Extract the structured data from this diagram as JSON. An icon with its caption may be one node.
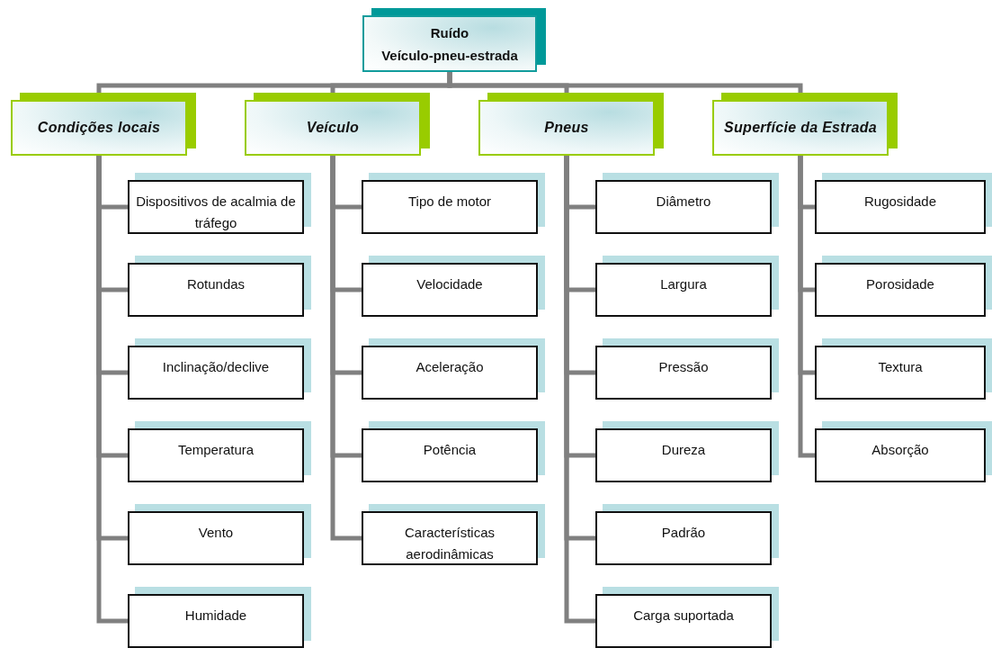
{
  "diagram": {
    "nodes": [
      {
        "text": [
          "Ruído",
          "Veículo-pneu-estrada"
        ]
      },
      {
        "text": [
          "Condições locais"
        ]
      },
      {
        "text": [
          "Veículo"
        ]
      },
      {
        "text": [
          "Pneus"
        ]
      },
      {
        "text": [
          "Superfície da Estrada"
        ]
      },
      {
        "text": [
          "Dispositivos de acalmia de tráfego"
        ]
      },
      {
        "text": [
          "Rotundas"
        ]
      },
      {
        "text": [
          "Inclinação/declive"
        ]
      },
      {
        "text": [
          "Temperatura"
        ]
      },
      {
        "text": [
          "Vento"
        ]
      },
      {
        "text": [
          "Humidade"
        ]
      },
      {
        "text": [
          "Tipo de motor"
        ]
      },
      {
        "text": [
          "Velocidade"
        ]
      },
      {
        "text": [
          "Aceleração"
        ]
      },
      {
        "text": [
          "Potência"
        ]
      },
      {
        "text": [
          "Características aerodinâmicas"
        ]
      },
      {
        "text": [
          "Diâmetro"
        ]
      },
      {
        "text": [
          "Largura"
        ]
      },
      {
        "text": [
          "Pressão"
        ]
      },
      {
        "text": [
          "Dureza"
        ]
      },
      {
        "text": [
          "Padrão"
        ]
      },
      {
        "text": [
          "Carga suportada"
        ]
      },
      {
        "text": [
          "Rugosidade"
        ]
      },
      {
        "text": [
          "Porosidade"
        ]
      },
      {
        "text": [
          "Textura"
        ]
      },
      {
        "text": [
          "Absorção"
        ]
      }
    ],
    "edges": [
      {
        "from": 0,
        "to": 1,
        "arrow": "none"
      },
      {
        "from": 0,
        "to": 2,
        "arrow": "none"
      },
      {
        "from": 0,
        "to": 3,
        "arrow": "none"
      },
      {
        "from": 0,
        "to": 4,
        "arrow": "none"
      },
      {
        "from": 1,
        "to": 5,
        "arrow": "none"
      },
      {
        "from": 1,
        "to": 6,
        "arrow": "none"
      },
      {
        "from": 1,
        "to": 7,
        "arrow": "none"
      },
      {
        "from": 1,
        "to": 8,
        "arrow": "none"
      },
      {
        "from": 1,
        "to": 9,
        "arrow": "none"
      },
      {
        "from": 1,
        "to": 10,
        "arrow": "none"
      },
      {
        "from": 2,
        "to": 11,
        "arrow": "none"
      },
      {
        "from": 2,
        "to": 12,
        "arrow": "none"
      },
      {
        "from": 2,
        "to": 13,
        "arrow": "none"
      },
      {
        "from": 2,
        "to": 14,
        "arrow": "none"
      },
      {
        "from": 2,
        "to": 15,
        "arrow": "none"
      },
      {
        "from": 3,
        "to": 16,
        "arrow": "none"
      },
      {
        "from": 3,
        "to": 17,
        "arrow": "none"
      },
      {
        "from": 3,
        "to": 18,
        "arrow": "none"
      },
      {
        "from": 3,
        "to": 19,
        "arrow": "none"
      },
      {
        "from": 3,
        "to": 20,
        "arrow": "none"
      },
      {
        "from": 3,
        "to": 21,
        "arrow": "none"
      },
      {
        "from": 4,
        "to": 22,
        "arrow": "none"
      },
      {
        "from": 4,
        "to": 23,
        "arrow": "none"
      },
      {
        "from": 4,
        "to": 24,
        "arrow": "none"
      },
      {
        "from": 4,
        "to": 25,
        "arrow": "none"
      }
    ]
  }
}
